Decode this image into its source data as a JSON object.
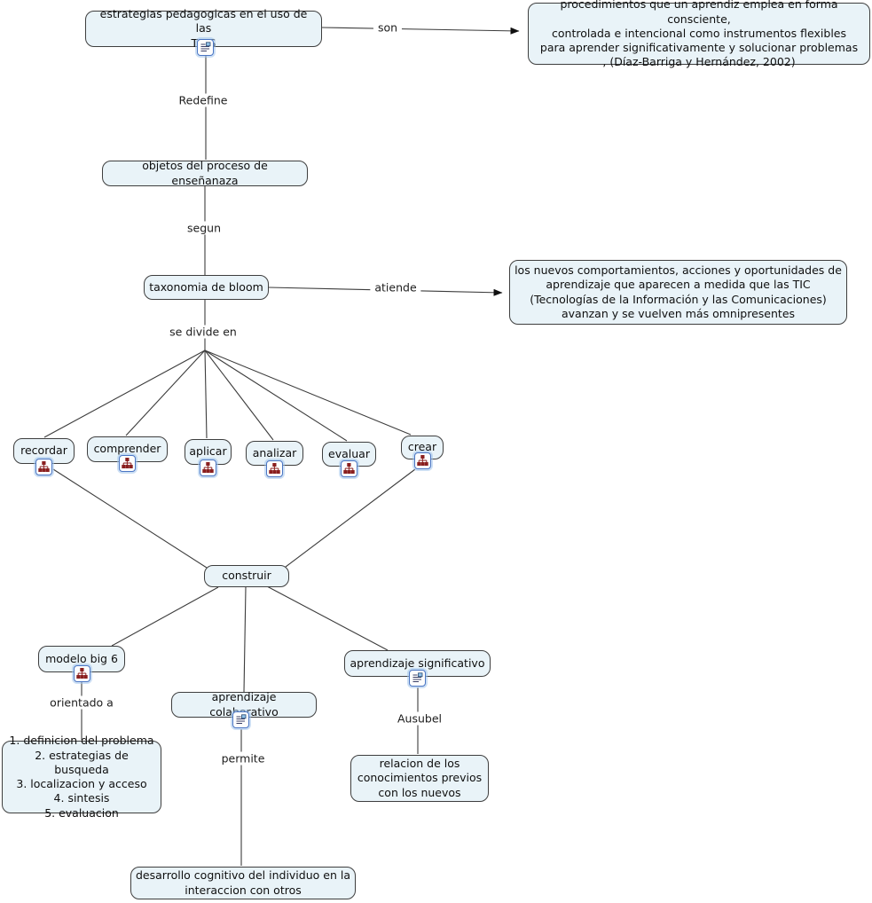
{
  "diagram": {
    "type": "concept-map",
    "colors": {
      "node_fill": "#e9f3f8",
      "node_border": "#3e3e3e",
      "line": "#3c3c3c",
      "arrow": "#111111",
      "icon_border": "#4b76c4",
      "hierarchy_glyph": "#8a1f1f",
      "note_glyph_image": "#8fc1e8"
    },
    "icons": {
      "note": "note-icon",
      "hierarchy": "hierarchy-icon"
    },
    "nodes": {
      "estrategias": "estrategias pedagogicas en el uso de las\nTICS",
      "procedimientos": "procedimientos que un aprendiz emplea en forma consciente,\ncontrolada e intencional como instrumentos flexibles\npara aprender significativamente y solucionar problemas\n, (Díaz-Barriga y Hernández, 2002)",
      "objetos": "objetos del proceso de enseñanaza",
      "taxonomia": "taxonomia de bloom",
      "nuevos_comportamientos": "los nuevos comportamientos, acciones y oportunidades de\naprendizaje que aparecen a medida que las TIC\n(Tecnologías de la  Información y las Comunicaciones)\navanzan y se vuelven más omnipresentes",
      "recordar": "recordar",
      "comprender": "comprender",
      "aplicar": "aplicar",
      "analizar": "analizar",
      "evaluar": "evaluar",
      "crear": "crear",
      "construir": "construir",
      "modelo_big6": "modelo big 6",
      "aprendizaje_colaborativo": "aprendizaje colaborativo",
      "aprendizaje_significativo": "aprendizaje significativo",
      "big6_pasos": "1. definicion del problema\n2. estrategias de busqueda\n3. localizacion y acceso\n4. sintesis\n5. evaluacion",
      "relacion_conocimientos": "relacion de los\nconocimientos previos\ncon los nuevos",
      "desarrollo_cognitivo": "desarrollo cognitivo del individuo en la\ninteraccion con otros"
    },
    "edge_labels": {
      "son": "son",
      "redefine": "Redefine",
      "segun": "segun",
      "atiende": "atiende",
      "se_divide_en": "se divide en",
      "orientado_a": "orientado a",
      "permite": "permite",
      "ausubel": "Ausubel"
    }
  }
}
